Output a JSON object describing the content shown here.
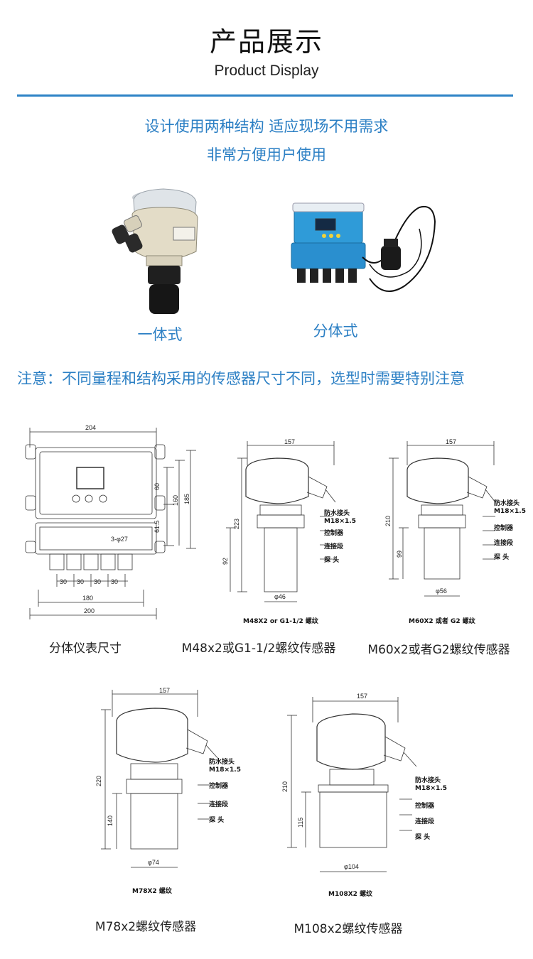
{
  "header": {
    "title_cn": "产品展示",
    "title_en": "Product Display"
  },
  "intro": {
    "line1": "设计使用两种结构 适应现场不用需求",
    "line2": "非常方便用户使用"
  },
  "products": {
    "integrated_label": "一体式",
    "split_label": "分体式"
  },
  "note": "注意：不同量程和结构采用的传感器尺寸不同，选型时需要特别注意",
  "diagrams": {
    "meter": {
      "caption": "分体仪表尺寸",
      "dim_top": "204",
      "dim_60": "60",
      "dim_160": "160",
      "dim_185": "185",
      "dim_615": "61.5",
      "hole": "3-φ27",
      "dim_30a": "30",
      "dim_30b": "30",
      "dim_30c": "30",
      "dim_30d": "30",
      "dim_180": "180",
      "dim_200": "200"
    },
    "s48": {
      "caption": "M48x2或G1-1/2螺纹传感器",
      "width": "157",
      "height": "223",
      "probe_h": "92",
      "dia": "φ46",
      "thread": "M48X2 or G1-1/2 螺纹",
      "l1": "防水接头",
      "l1b": "M18×1.5",
      "l2": "控制器",
      "l3": "连接段",
      "l4": "探  头"
    },
    "s60": {
      "caption": "M60x2或者G2螺纹传感器",
      "width": "157",
      "height": "210",
      "probe_h": "99",
      "dia": "φ56",
      "thread": "M60X2 或者 G2 螺纹",
      "l1": "防水接头",
      "l1b": "M18×1.5",
      "l2": "控制器",
      "l3": "连接段",
      "l4": "探  头"
    },
    "s78": {
      "caption": "M78x2螺纹传感器",
      "width": "157",
      "height": "220",
      "probe_h": "140",
      "dia": "φ74",
      "thread": "M78X2 螺纹",
      "l1": "防水接头",
      "l1b": "M18×1.5",
      "l2": "控制器",
      "l3": "连接段",
      "l4": "探  头"
    },
    "s108": {
      "caption": "M108x2螺纹传感器",
      "width": "157",
      "height": "210",
      "probe_h": "115",
      "dia": "φ104",
      "thread": "M108X2 螺纹",
      "l1": "防水接头",
      "l1b": "M18×1.5",
      "l2": "控制器",
      "l3": "连接段",
      "l4": "探  头"
    }
  }
}
